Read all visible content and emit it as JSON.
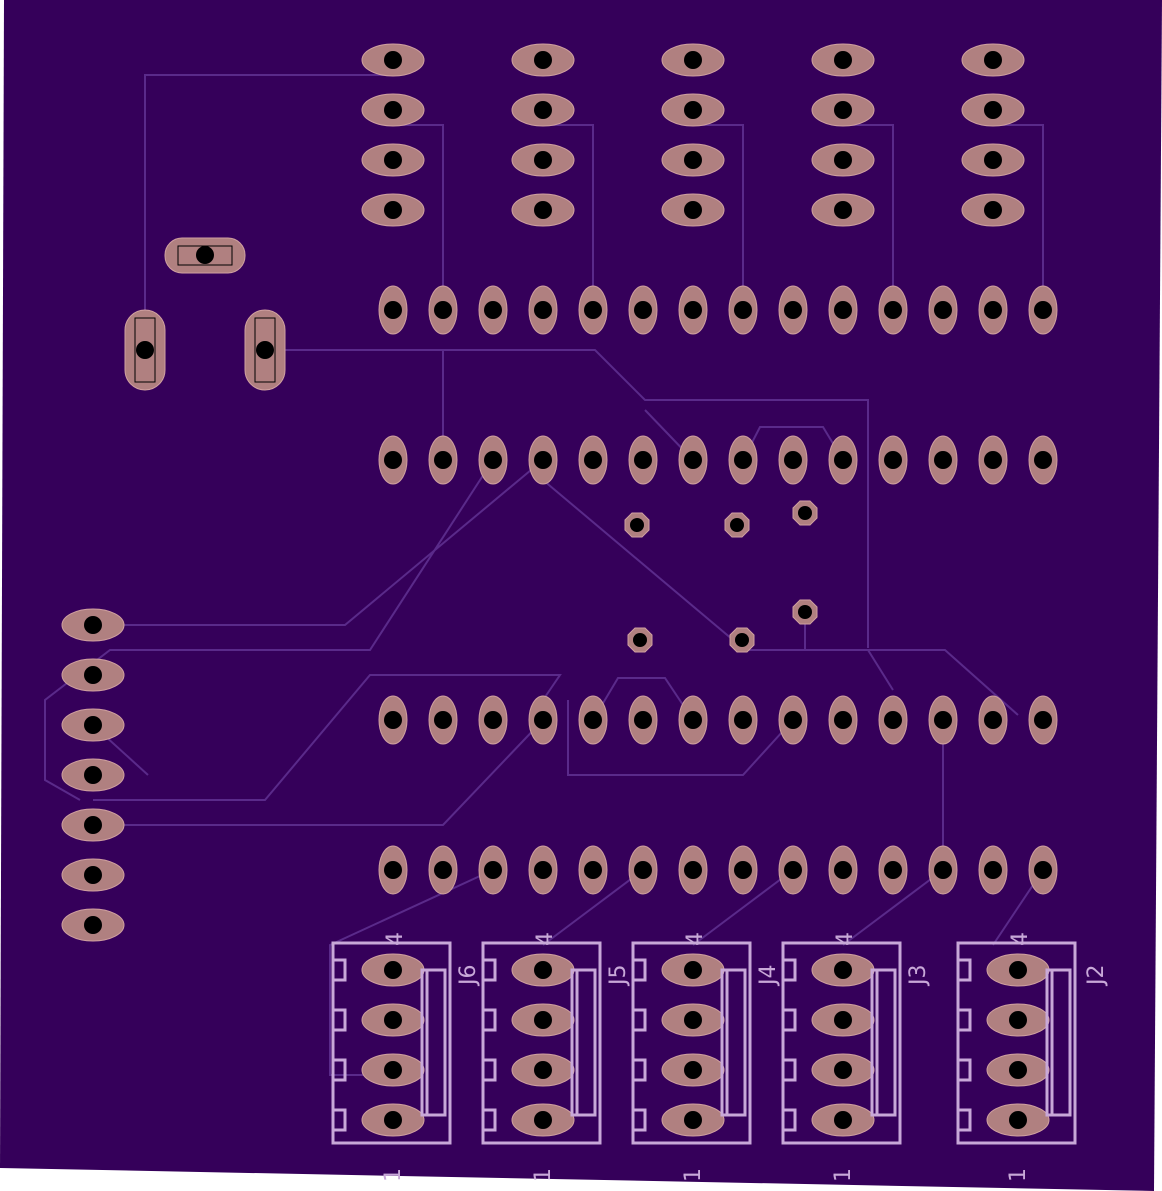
{
  "board": {
    "colors": {
      "substrate": "#35005a",
      "trace": "#5a2a8a",
      "pad": "#b08080",
      "pad_edge": "#d0a0a0",
      "drill": "#000000",
      "silk": "#c8a8d8"
    }
  },
  "connectors": [
    {
      "ref": "J6",
      "pin_first": "1",
      "pin_last": "4"
    },
    {
      "ref": "J5",
      "pin_first": "1",
      "pin_last": "4"
    },
    {
      "ref": "J4",
      "pin_first": "1",
      "pin_last": "4"
    },
    {
      "ref": "J3",
      "pin_first": "1",
      "pin_last": "4"
    },
    {
      "ref": "J2",
      "pin_first": "1",
      "pin_last": "4"
    }
  ],
  "icons": {
    "board": "pcb-board",
    "pad": "solder-pad",
    "via": "via-icon"
  }
}
